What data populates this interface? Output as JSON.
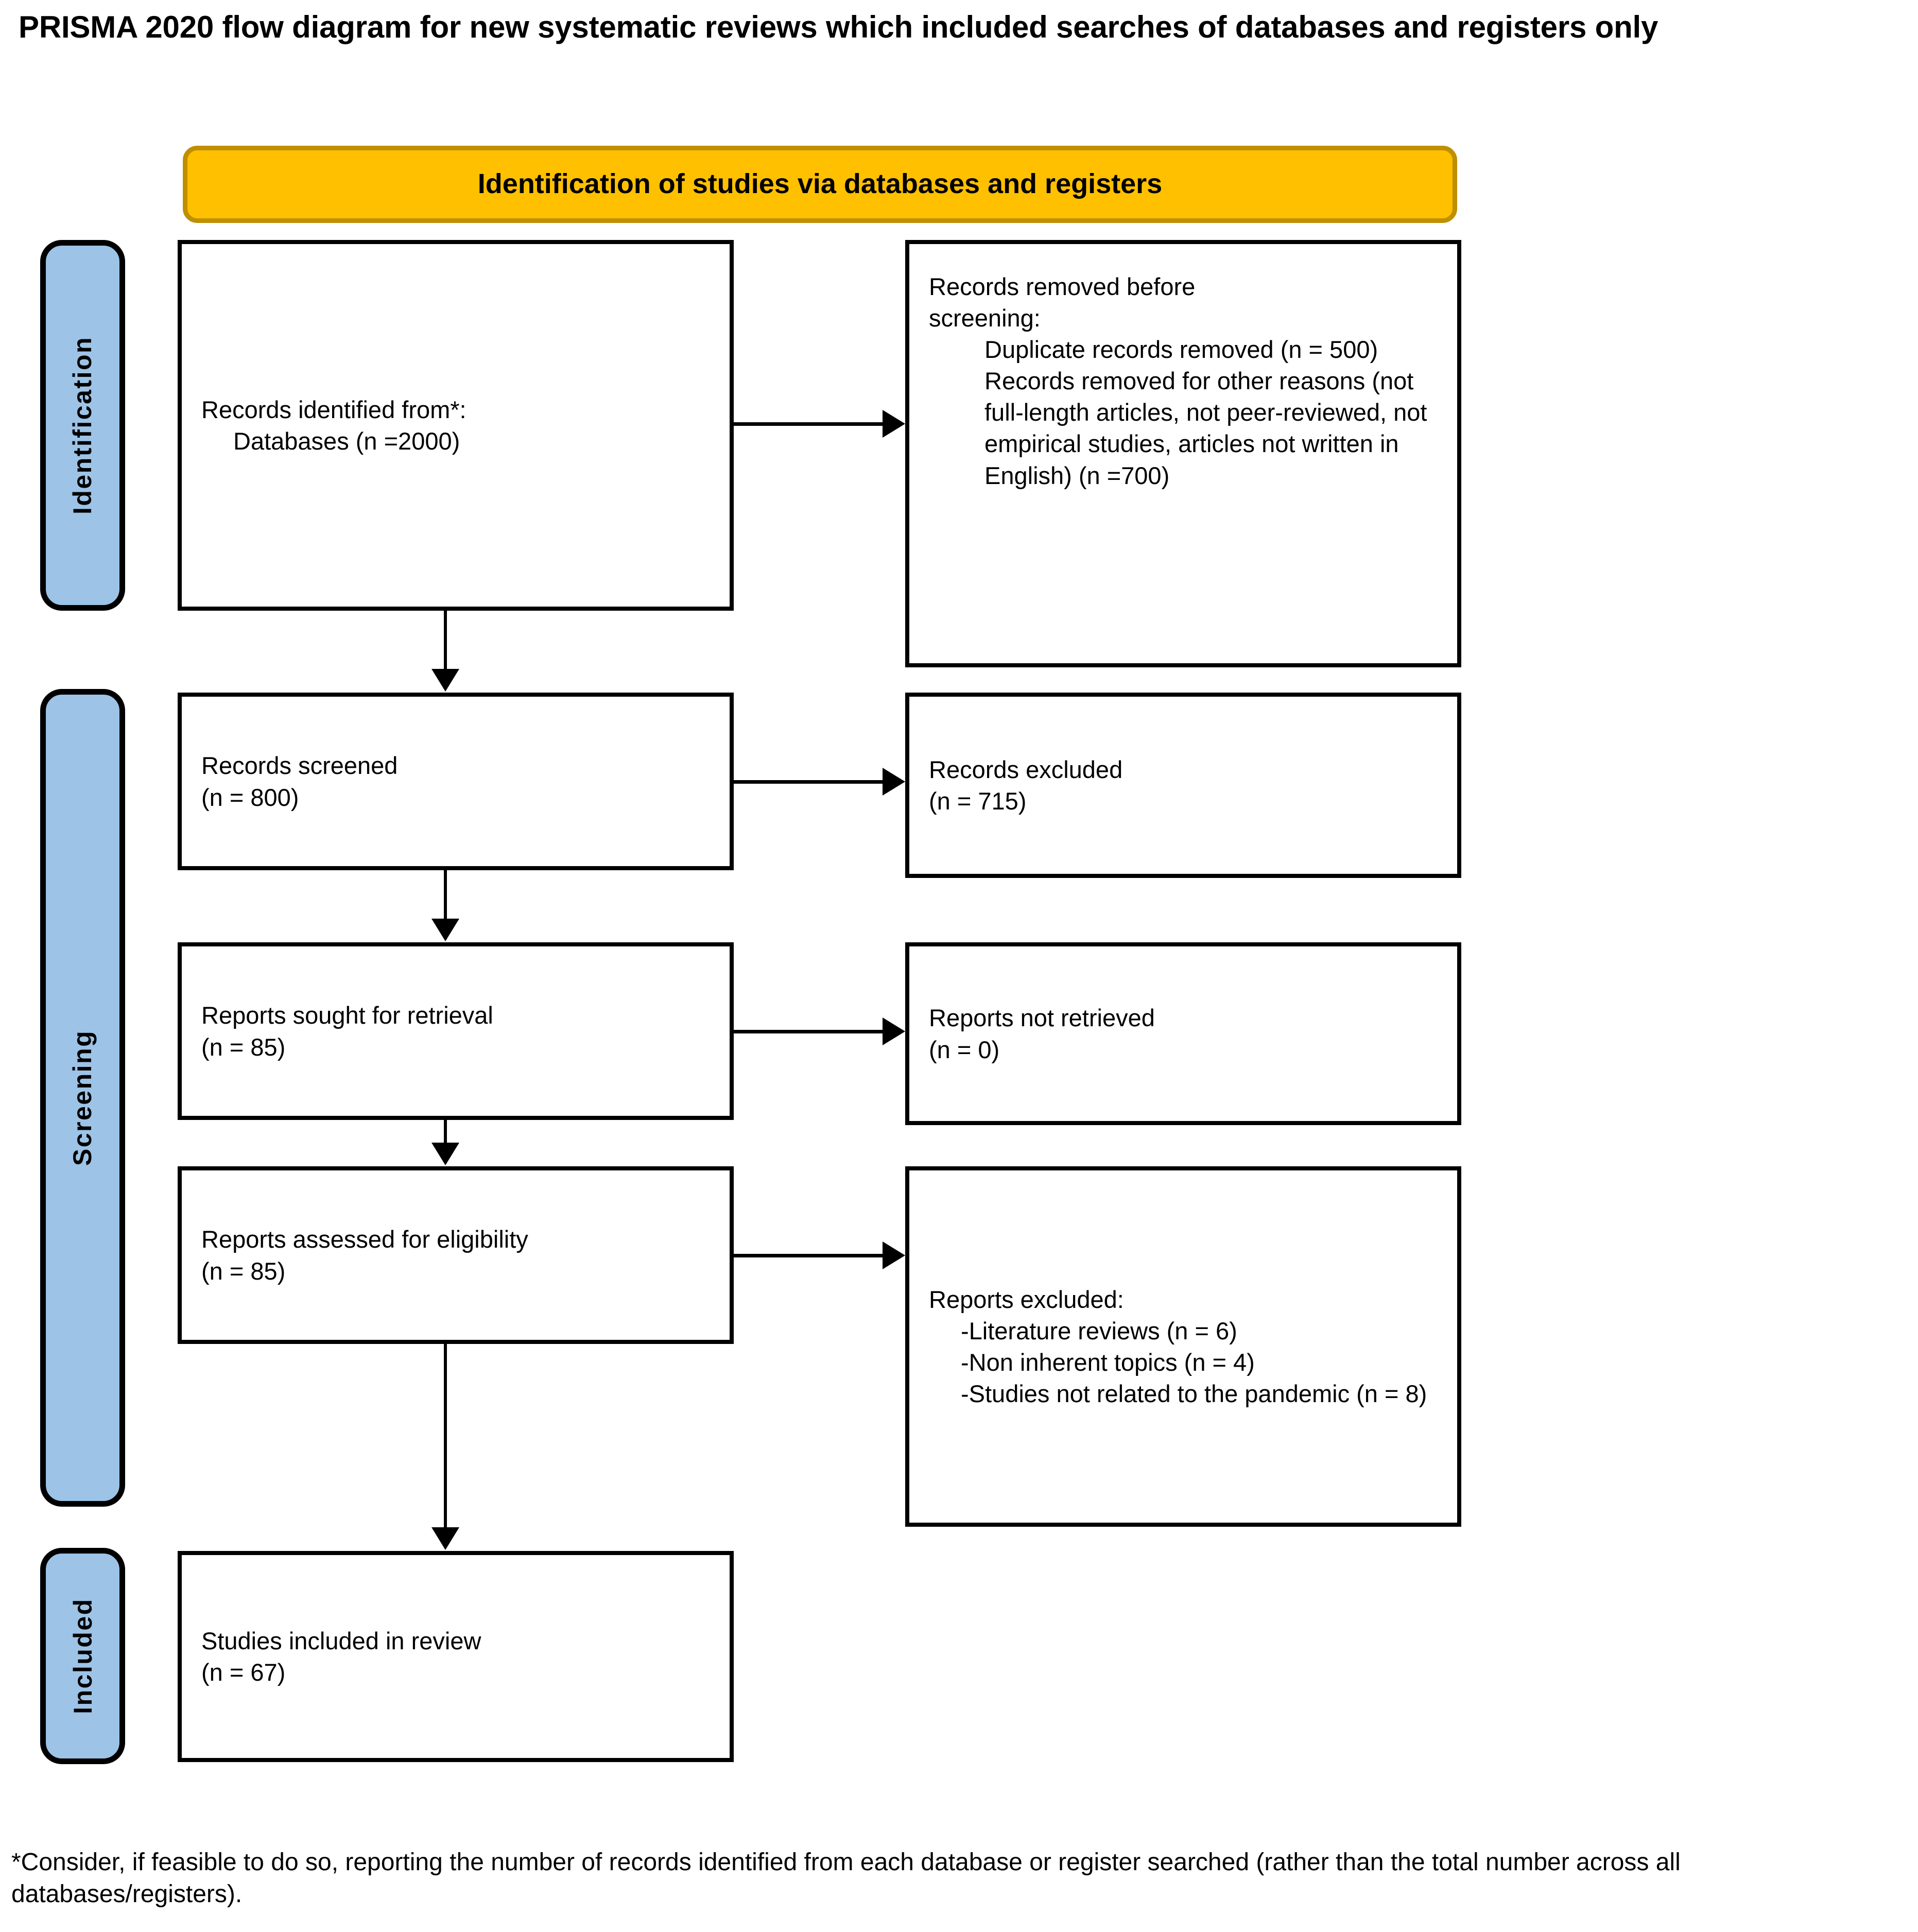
{
  "title": "PRISMA 2020 flow diagram for new systematic reviews which included searches of databases and registers only",
  "colors": {
    "banner_fill": "#FFC000",
    "banner_border": "#BF8F00",
    "phase_tab_fill": "#9DC3E6",
    "box_border": "#000000",
    "text": "#000000",
    "page_background": "#FFFFFF"
  },
  "banner": {
    "label": "Identification of studies via databases and registers"
  },
  "phases": [
    {
      "id": "identification",
      "label": "Identification"
    },
    {
      "id": "screening",
      "label": "Screening"
    },
    {
      "id": "included",
      "label": "Included"
    }
  ],
  "boxes": {
    "records_identified": {
      "lines": [
        "Records identified from*:",
        "Databases (n =2000)"
      ]
    },
    "records_removed": {
      "lines": [
        "Records removed ",
        "before screening",
        ":",
        "Duplicate records removed (n = 500)",
        "Records removed for other reasons (not full-length articles, not peer-reviewed, not empirical studies, articles not written in English) (n =700)"
      ],
      "line1_plain": "Records removed ",
      "line1_italic": "before",
      "line2_italic": "screening",
      "line2_plain": ":",
      "item1": "Duplicate records removed (n = 500)",
      "item2": "Records removed for other reasons (not full-length articles, not peer-reviewed, not empirical studies, articles not written in English) (n =700)"
    },
    "records_screened": {
      "line1": "Records screened",
      "line2": "(n = 800)"
    },
    "records_excluded": {
      "line1": "Records excluded",
      "line2": "(n = 715)"
    },
    "reports_sought": {
      "line1": "Reports sought for retrieval",
      "line2": "(n = 85)"
    },
    "reports_not_retrieved": {
      "line1": "Reports not retrieved",
      "line2": "(n = 0)"
    },
    "reports_assessed": {
      "line1": "Reports assessed for eligibility",
      "line2": "(n = 85)"
    },
    "reports_excluded": {
      "heading": "Reports excluded:",
      "reasons": [
        "-Literature reviews (n = 6)",
        "-Non inherent topics (n = 4)",
        "-Studies not related to the pandemic (n = 8)"
      ],
      "reason1": "-Literature reviews (n = 6)",
      "reason2": "-Non inherent topics (n = 4)",
      "reason3": "-Studies not related to the pandemic (n = 8)"
    },
    "studies_included": {
      "line1": "Studies included in review",
      "line2": "(n = 67)"
    }
  },
  "footnote": "*Consider, if feasible to do so, reporting the number of records identified from each database or register searched (rather than the total number across all databases/registers)."
}
